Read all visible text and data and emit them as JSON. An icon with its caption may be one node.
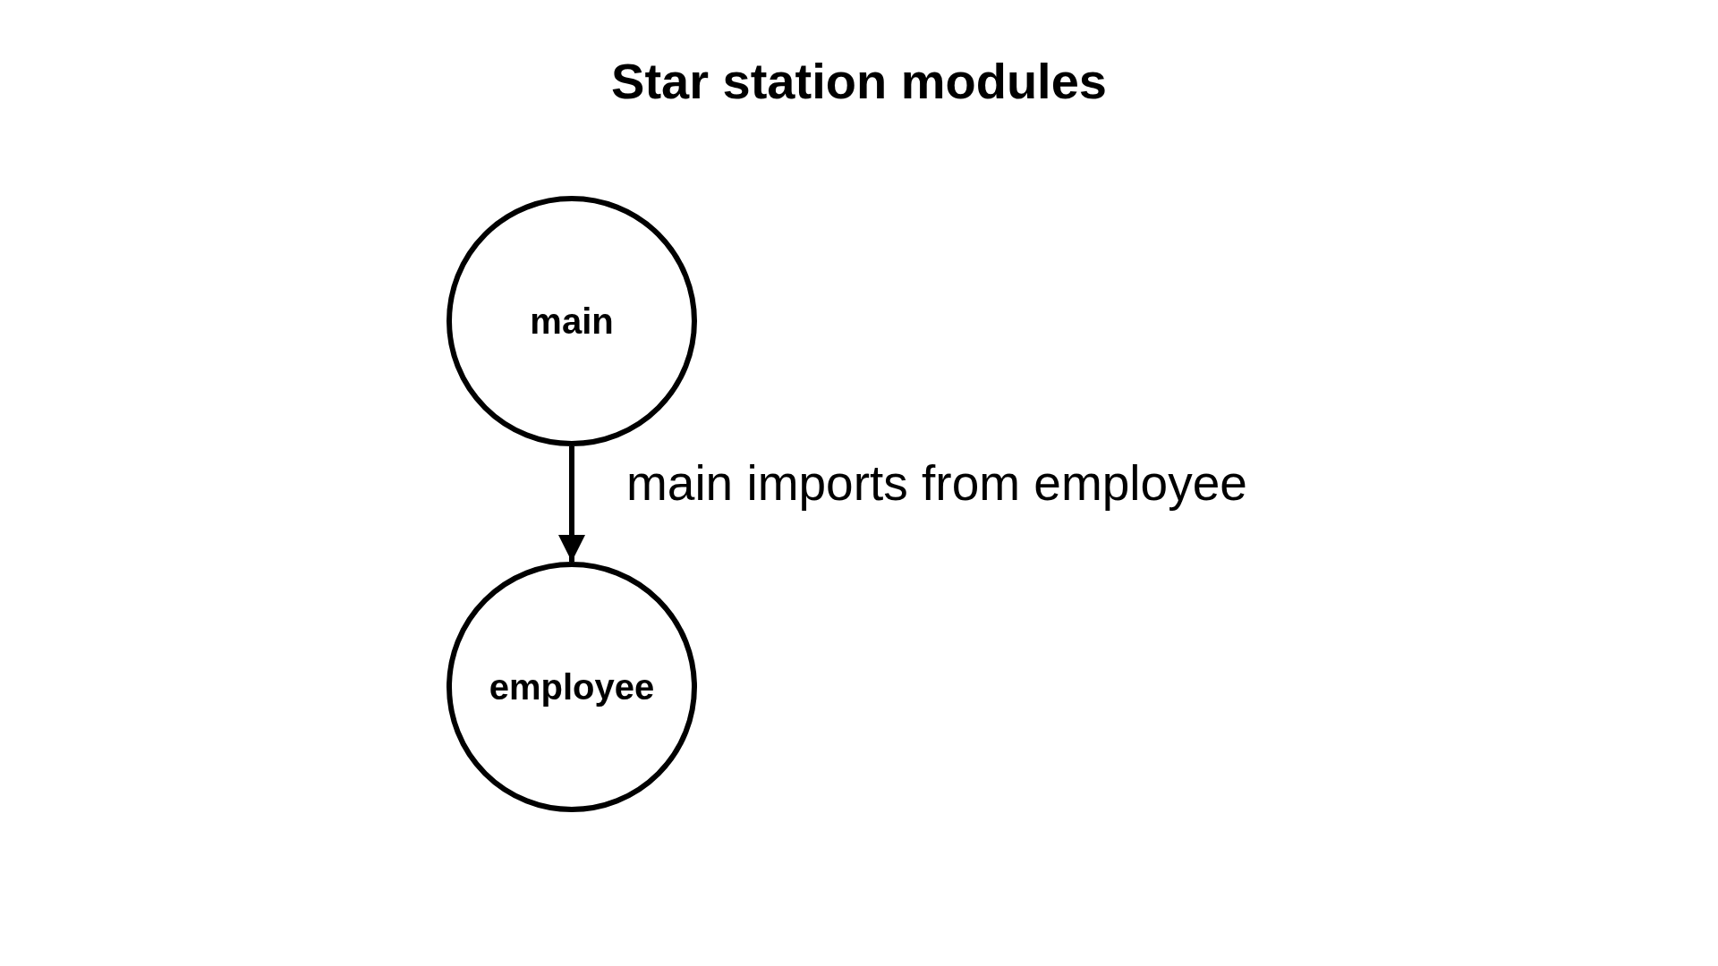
{
  "diagram": {
    "title": "Star station modules",
    "nodes": [
      {
        "text": [
          "main"
        ]
      },
      {
        "text": [
          "employee"
        ]
      }
    ],
    "edges": [
      {
        "from": 0,
        "to": 1,
        "arrow": "to",
        "label": "main imports from employee"
      }
    ]
  }
}
